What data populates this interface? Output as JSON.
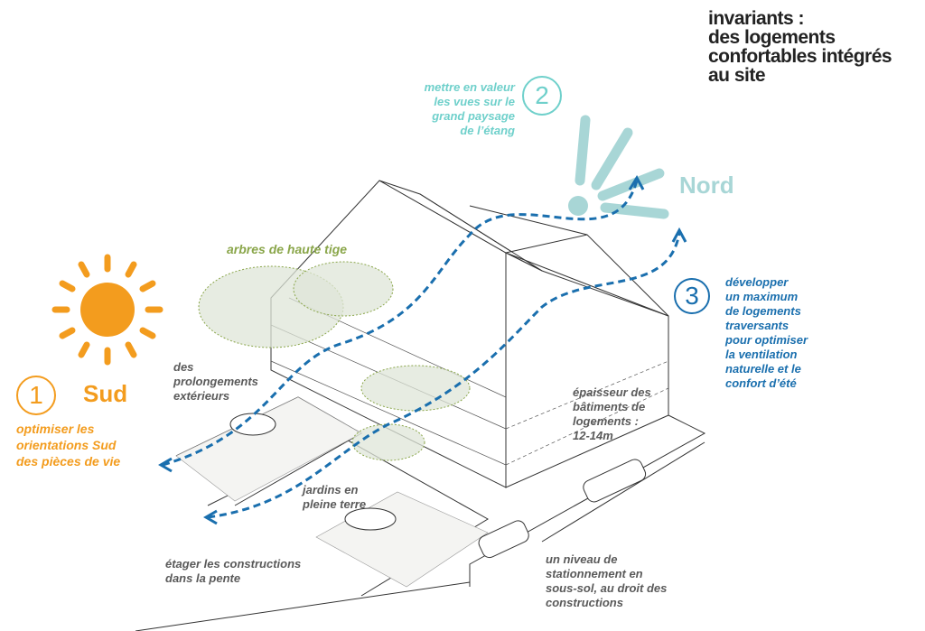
{
  "title": {
    "lines": [
      "invariants :",
      "des logements",
      "confortables intégrés",
      "au site"
    ]
  },
  "sun_south": {
    "number": "1",
    "label": "Sud",
    "text": [
      "optimiser les",
      "orientations Sud",
      "des pièces de vie"
    ]
  },
  "views": {
    "number": "2",
    "text": [
      "mettre en valeur",
      "les vues sur le",
      "grand paysage",
      "de l’étang"
    ],
    "north_label": "Nord"
  },
  "ventilation": {
    "number": "3",
    "text": [
      "développer",
      "un maximum",
      "de logements",
      "traversants",
      "pour optimiser",
      "la ventilation",
      "naturelle et le",
      "confort d’été"
    ]
  },
  "labels": {
    "trees": "arbres de haute tige",
    "extensions": [
      "des",
      "prolongements",
      "extérieurs"
    ],
    "thickness": [
      "épaisseur des",
      "bâtiments de",
      "logements :",
      "12-14m"
    ],
    "gardens": [
      "jardins en",
      "pleine terre"
    ],
    "terraces": [
      "étager les constructions",
      "dans la pente"
    ],
    "parking": [
      "un niveau de",
      "stationnement en",
      "sous-sol, au droit des",
      "constructions"
    ]
  },
  "colors": {
    "orange": "#f39c1e",
    "teal": "#6fd0cb",
    "north": "#a8d6d6",
    "blue": "#1a6fae",
    "green": "#8aa64a",
    "text": "#5a5a5a"
  }
}
